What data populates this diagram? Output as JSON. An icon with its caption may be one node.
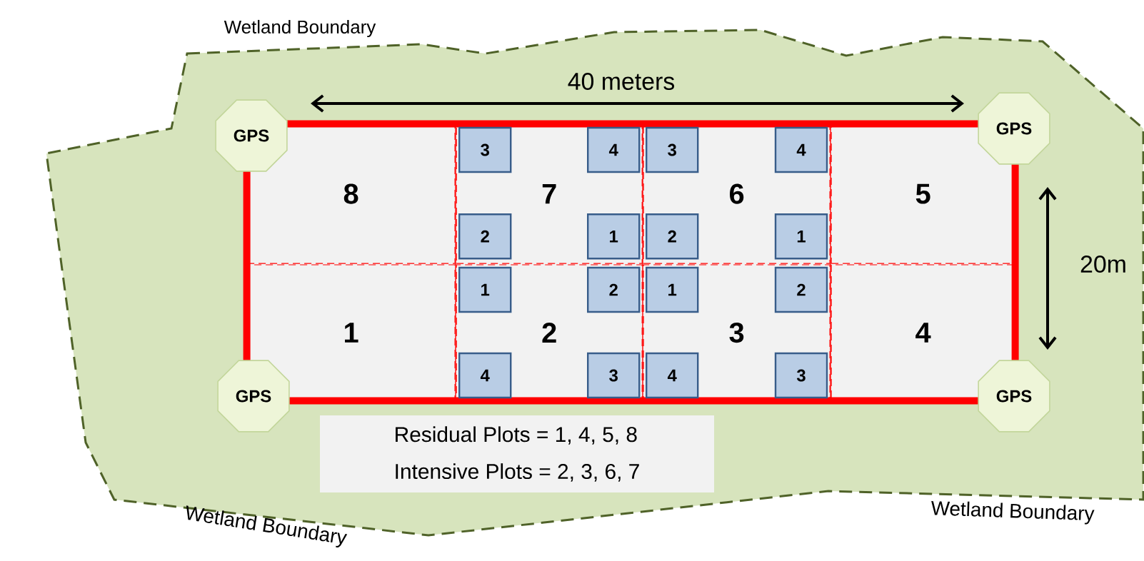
{
  "diagram": {
    "nodes": [
      {
        "text": [],
        "shape": "box"
      },
      {
        "text": [
          "8"
        ],
        "in": 0
      },
      {
        "text": [
          "7"
        ],
        "in": 0
      },
      {
        "text": [
          "6"
        ],
        "in": 0
      },
      {
        "text": [
          "5"
        ],
        "in": 0
      },
      {
        "text": [
          "1"
        ],
        "in": 0
      },
      {
        "text": [
          "2"
        ],
        "in": 0
      },
      {
        "text": [
          "3"
        ],
        "in": 0
      },
      {
        "text": [
          "4"
        ],
        "in": 0
      },
      {
        "text": [
          "3"
        ],
        "in": 2
      },
      {
        "text": [
          "4"
        ],
        "in": 2
      },
      {
        "text": [
          "3"
        ],
        "in": 3
      },
      {
        "text": [
          "4"
        ],
        "in": 3
      },
      {
        "text": [
          "2"
        ],
        "in": 2
      },
      {
        "text": [
          "1"
        ],
        "in": 2
      },
      {
        "text": [
          "2"
        ],
        "in": 3
      },
      {
        "text": [
          "1"
        ],
        "in": 3
      },
      {
        "text": [
          "1"
        ],
        "in": 6
      },
      {
        "text": [
          "2"
        ],
        "in": 6
      },
      {
        "text": [
          "1"
        ],
        "in": 7
      },
      {
        "text": [
          "2"
        ],
        "in": 7
      },
      {
        "text": [
          "4"
        ],
        "in": 6
      },
      {
        "text": [
          "3"
        ],
        "in": 6
      },
      {
        "text": [
          "4"
        ],
        "in": 7
      },
      {
        "text": [
          "3"
        ],
        "in": 7
      },
      {
        "text": [
          "GPS"
        ]
      },
      {
        "text": [
          "GPS"
        ]
      },
      {
        "text": [
          "GPS"
        ]
      },
      {
        "text": [
          "GPS"
        ]
      },
      {
        "text": [
          "Residual Plots = 1, 4, 5, 8",
          "Intensive Plots = 2, 3, 6, 7"
        ]
      }
    ],
    "labels": [
      "Wetland Boundary",
      "40 meters",
      "20m",
      "Wetland Boundary",
      "Wetland Boundary"
    ]
  }
}
